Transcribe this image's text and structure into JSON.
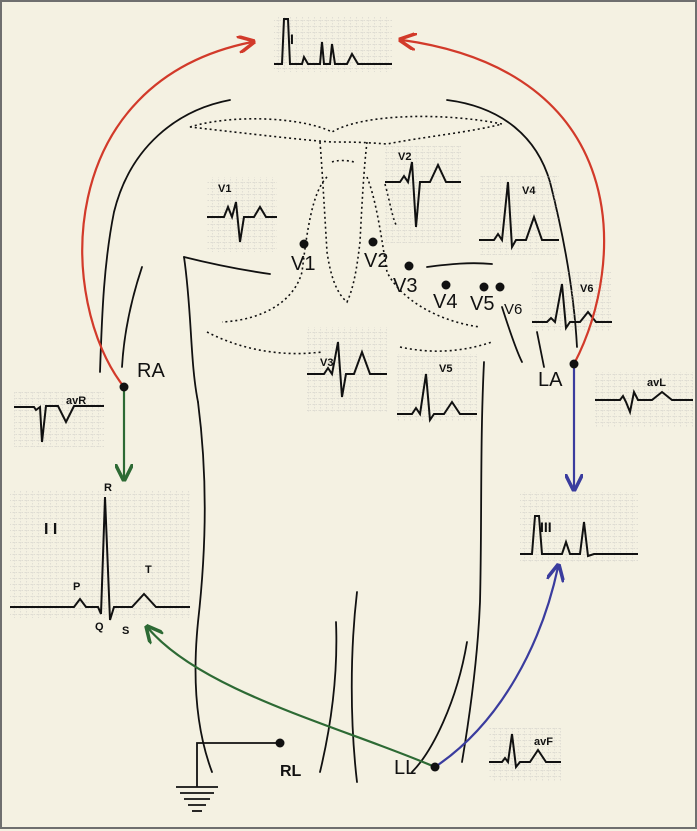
{
  "colors": {
    "background": "#f4f1e2",
    "frame": "#6f6f6f",
    "outline": "#111111",
    "arrow_red": "#d23a2a",
    "arrow_green": "#2d6a34",
    "arrow_blue": "#3a3c9e",
    "grid": "#b9b9b9"
  },
  "strips": {
    "lead_i": "I",
    "lead_ii": "I I",
    "lead_iii": "III",
    "avr": "avR",
    "avl": "avL",
    "avf": "avF",
    "v1": "V1",
    "v2": "V2",
    "v3": "V3",
    "v4": "V4",
    "v5": "V5",
    "v6": "V6"
  },
  "waves": {
    "p": "P",
    "q": "Q",
    "r": "R",
    "s": "S",
    "t": "T"
  },
  "limb_electrodes": {
    "ra": "RA",
    "la": "LA",
    "ll": "LL",
    "rl": "RL"
  },
  "chest_electrodes": {
    "v1": "V1",
    "v2": "V2",
    "v3": "V3",
    "v4": "V4",
    "v5": "V5",
    "v6": "V6"
  },
  "icons": {
    "ground": "ground-icon"
  }
}
